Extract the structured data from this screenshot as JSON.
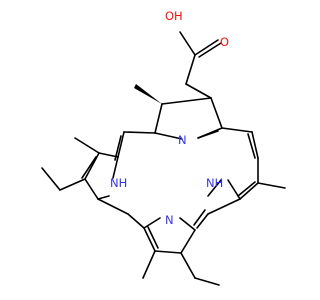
{
  "structure": {
    "colors": {
      "bond": "#000000",
      "nitrogen": "#3333ff",
      "oxygen": "#ff0d0d",
      "background": "#ffffff"
    },
    "labels": {
      "oh": "OH",
      "o": "O",
      "n_left": "N",
      "n_bottom": "N",
      "nh_left": "NH",
      "nh_right": "NH"
    }
  }
}
